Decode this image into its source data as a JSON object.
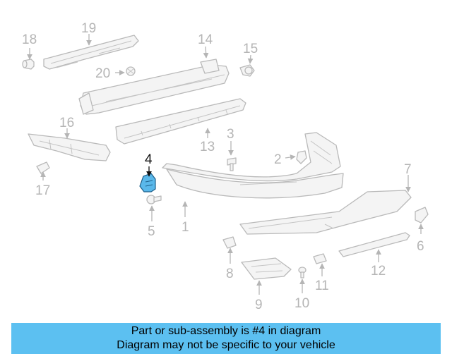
{
  "diagram": {
    "callouts": [
      "1",
      "2",
      "3",
      "4",
      "5",
      "6",
      "7",
      "8",
      "9",
      "10",
      "11",
      "12",
      "13",
      "14",
      "15",
      "16",
      "17",
      "18",
      "19",
      "20"
    ],
    "highlighted": "4"
  },
  "colors": {
    "highlight_fill": "#5ab8ea",
    "banner_background": "#5cc0f1",
    "line_art": "#b9b9b9"
  },
  "banner": {
    "line1": "Part or sub-assembly is #4 in diagram",
    "line2": "Diagram may not be specific to your vehicle"
  }
}
